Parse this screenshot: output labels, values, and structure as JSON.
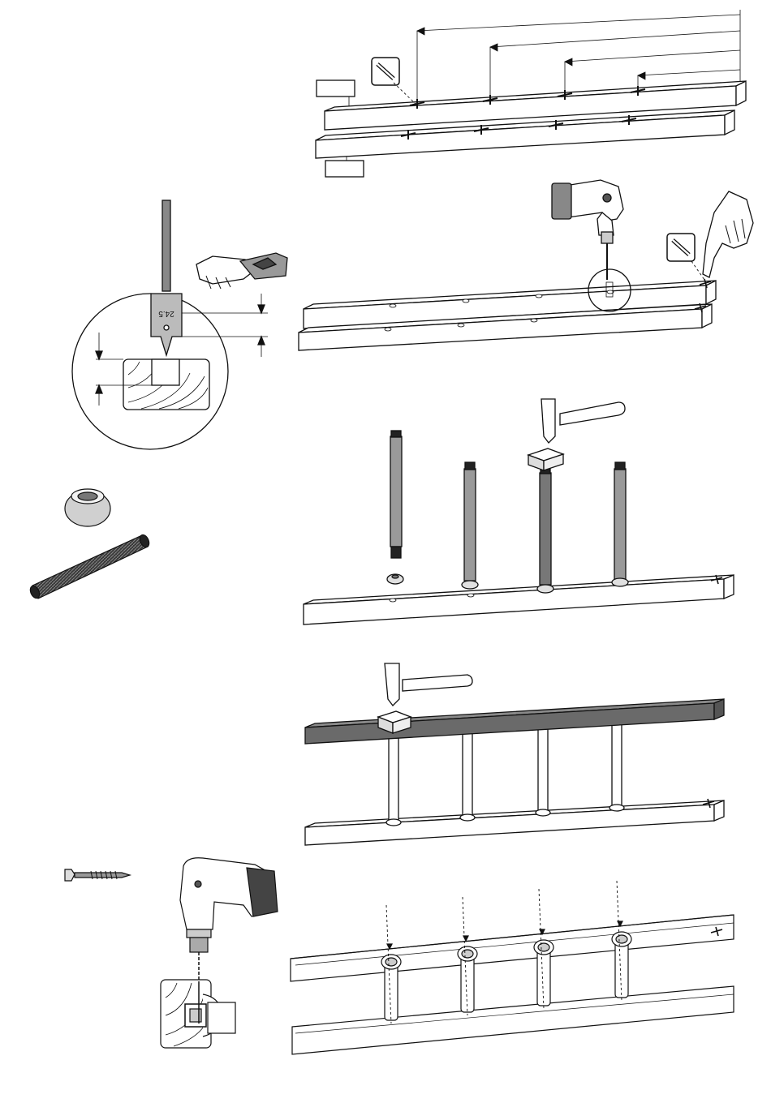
{
  "document": {
    "type": "assembly-instructions",
    "colors": {
      "ink": "#111111",
      "wood": "#ffffff",
      "gray_rod": "#9a9a9a",
      "dark_beam": "#6a6a6a",
      "dark_rod": "#3a3a3a"
    },
    "step1": {
      "mark_symbol": "+",
      "tool_icon": "pencil-icon"
    },
    "step2": {
      "tool_icon": "cordless-drill-icon",
      "hand_icon": "pointing-hand-icon"
    },
    "detail_bit": {
      "bit_size_label": "24.5",
      "tool_icon": "utility-knife-icon"
    },
    "parts": {
      "cap_icon": "dome-cap-nut-icon",
      "rod_icon": "threaded-rod-icon"
    },
    "step3": {
      "tool_icon": "hammer-icon",
      "block_icon": "wood-block-icon",
      "rung_count": 4
    },
    "step4": {
      "tool_icon": "hammer-icon",
      "rung_count": 4
    },
    "step5": {
      "screw_icon": "wood-screw-icon",
      "tool_icon": "cordless-drill-icon",
      "rung_count": 4
    }
  }
}
